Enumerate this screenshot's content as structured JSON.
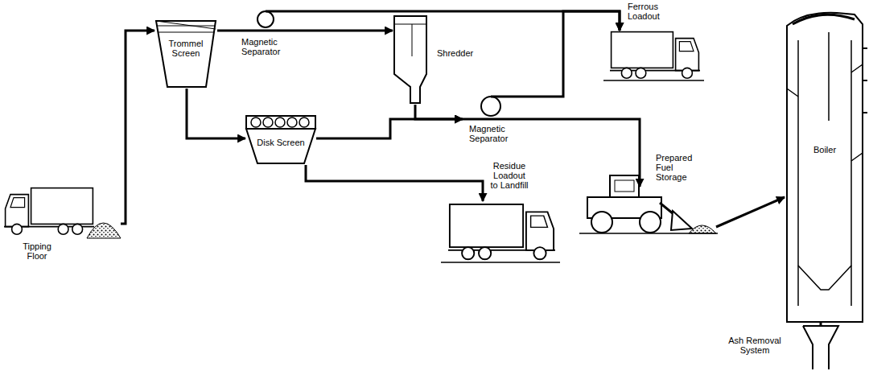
{
  "diagram": {
    "nodes": [
      {
        "text": [
          "Tipping Floor"
        ]
      },
      {
        "text": [
          "Trommel Screen"
        ]
      },
      {
        "text": [
          "Magnetic Separator"
        ]
      },
      {
        "text": [
          "Shredder"
        ]
      },
      {
        "text": [
          "Ferrous Loadout"
        ]
      },
      {
        "text": [
          "Magnetic Separator"
        ]
      },
      {
        "text": [
          "Disk Screen"
        ]
      },
      {
        "text": [
          "Residue Loadout to Landfill"
        ]
      },
      {
        "text": [
          "Prepared Fuel Storage"
        ]
      },
      {
        "text": [
          "Boiler"
        ]
      },
      {
        "text": [
          "Ash Removal System"
        ]
      }
    ],
    "edges": [
      {
        "from": 0,
        "to": 1,
        "arrow": "to"
      },
      {
        "from": 1,
        "to": 2,
        "arrow": "none"
      },
      {
        "from": 2,
        "to": 3,
        "arrow": "to"
      },
      {
        "from": 2,
        "to": 4,
        "arrow": "to"
      },
      {
        "from": 3,
        "to": 5,
        "arrow": "to"
      },
      {
        "from": 1,
        "to": 6,
        "arrow": "to"
      },
      {
        "from": 6,
        "to": 5,
        "arrow": "to"
      },
      {
        "from": 5,
        "to": 4,
        "arrow": "to"
      },
      {
        "from": 5,
        "to": 8,
        "arrow": "to"
      },
      {
        "from": 6,
        "to": 7,
        "arrow": "to"
      },
      {
        "from": 8,
        "to": 9,
        "arrow": "to"
      },
      {
        "from": 9,
        "to": 10,
        "arrow": "none"
      }
    ]
  }
}
